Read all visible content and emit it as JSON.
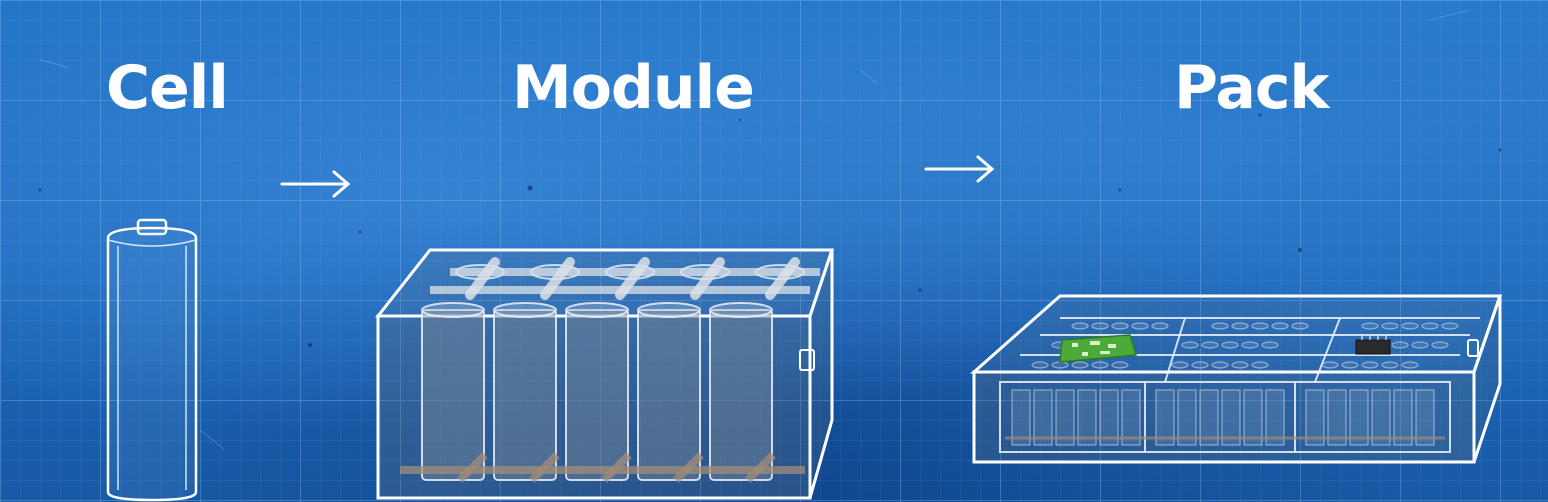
{
  "stages": [
    {
      "label": "Cell",
      "icon": "battery-cell-icon"
    },
    {
      "label": "Module",
      "icon": "battery-module-icon"
    },
    {
      "label": "Pack",
      "icon": "battery-pack-icon"
    }
  ],
  "arrows": [
    "arrow-right-icon",
    "arrow-right-icon"
  ],
  "colors": {
    "background": "#1f6cc0",
    "grid": "#5a9be0",
    "outline": "#ffffff",
    "circuit_board_green": "#4caa3a",
    "chip_dark": "#2a2a2a"
  }
}
